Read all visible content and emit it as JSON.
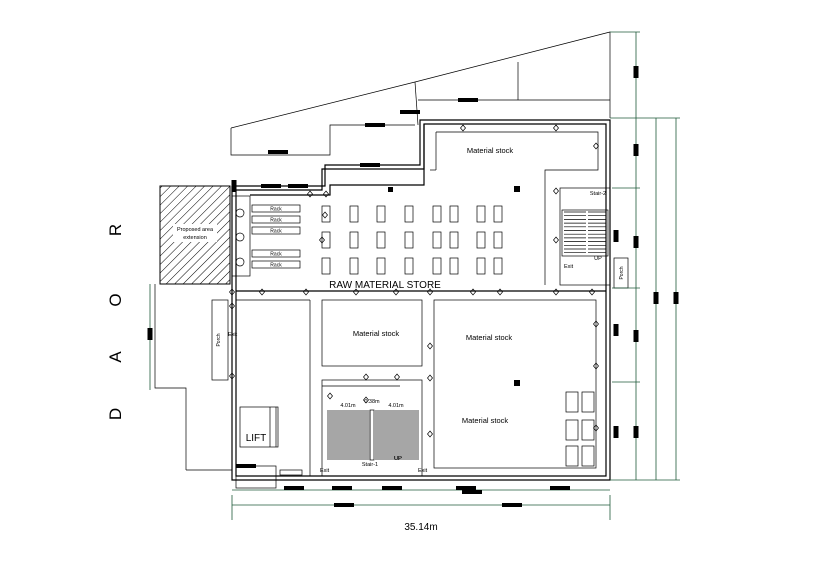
{
  "road_label": [
    "R",
    "O",
    "A",
    "D"
  ],
  "labels": {
    "raw_material_store": "RAW MATERIAL STORE",
    "material_stock": "Material stock",
    "lift": "LIFT",
    "exit": "Exit",
    "porch": "Porch",
    "stair_1": "Stair-1",
    "stair_2": "Stair-2",
    "up": "UP",
    "rack": "Rack",
    "proposed_area": "Proposed area",
    "extension": "extension",
    "dim_left": "4.01m",
    "dim_mid": "0.38m",
    "dim_right": "4.01m"
  },
  "overall_width": "35.14m",
  "colors": {
    "walls": "#000000",
    "dimension_lines": "#1f5a3a",
    "hatch": "#000000"
  }
}
